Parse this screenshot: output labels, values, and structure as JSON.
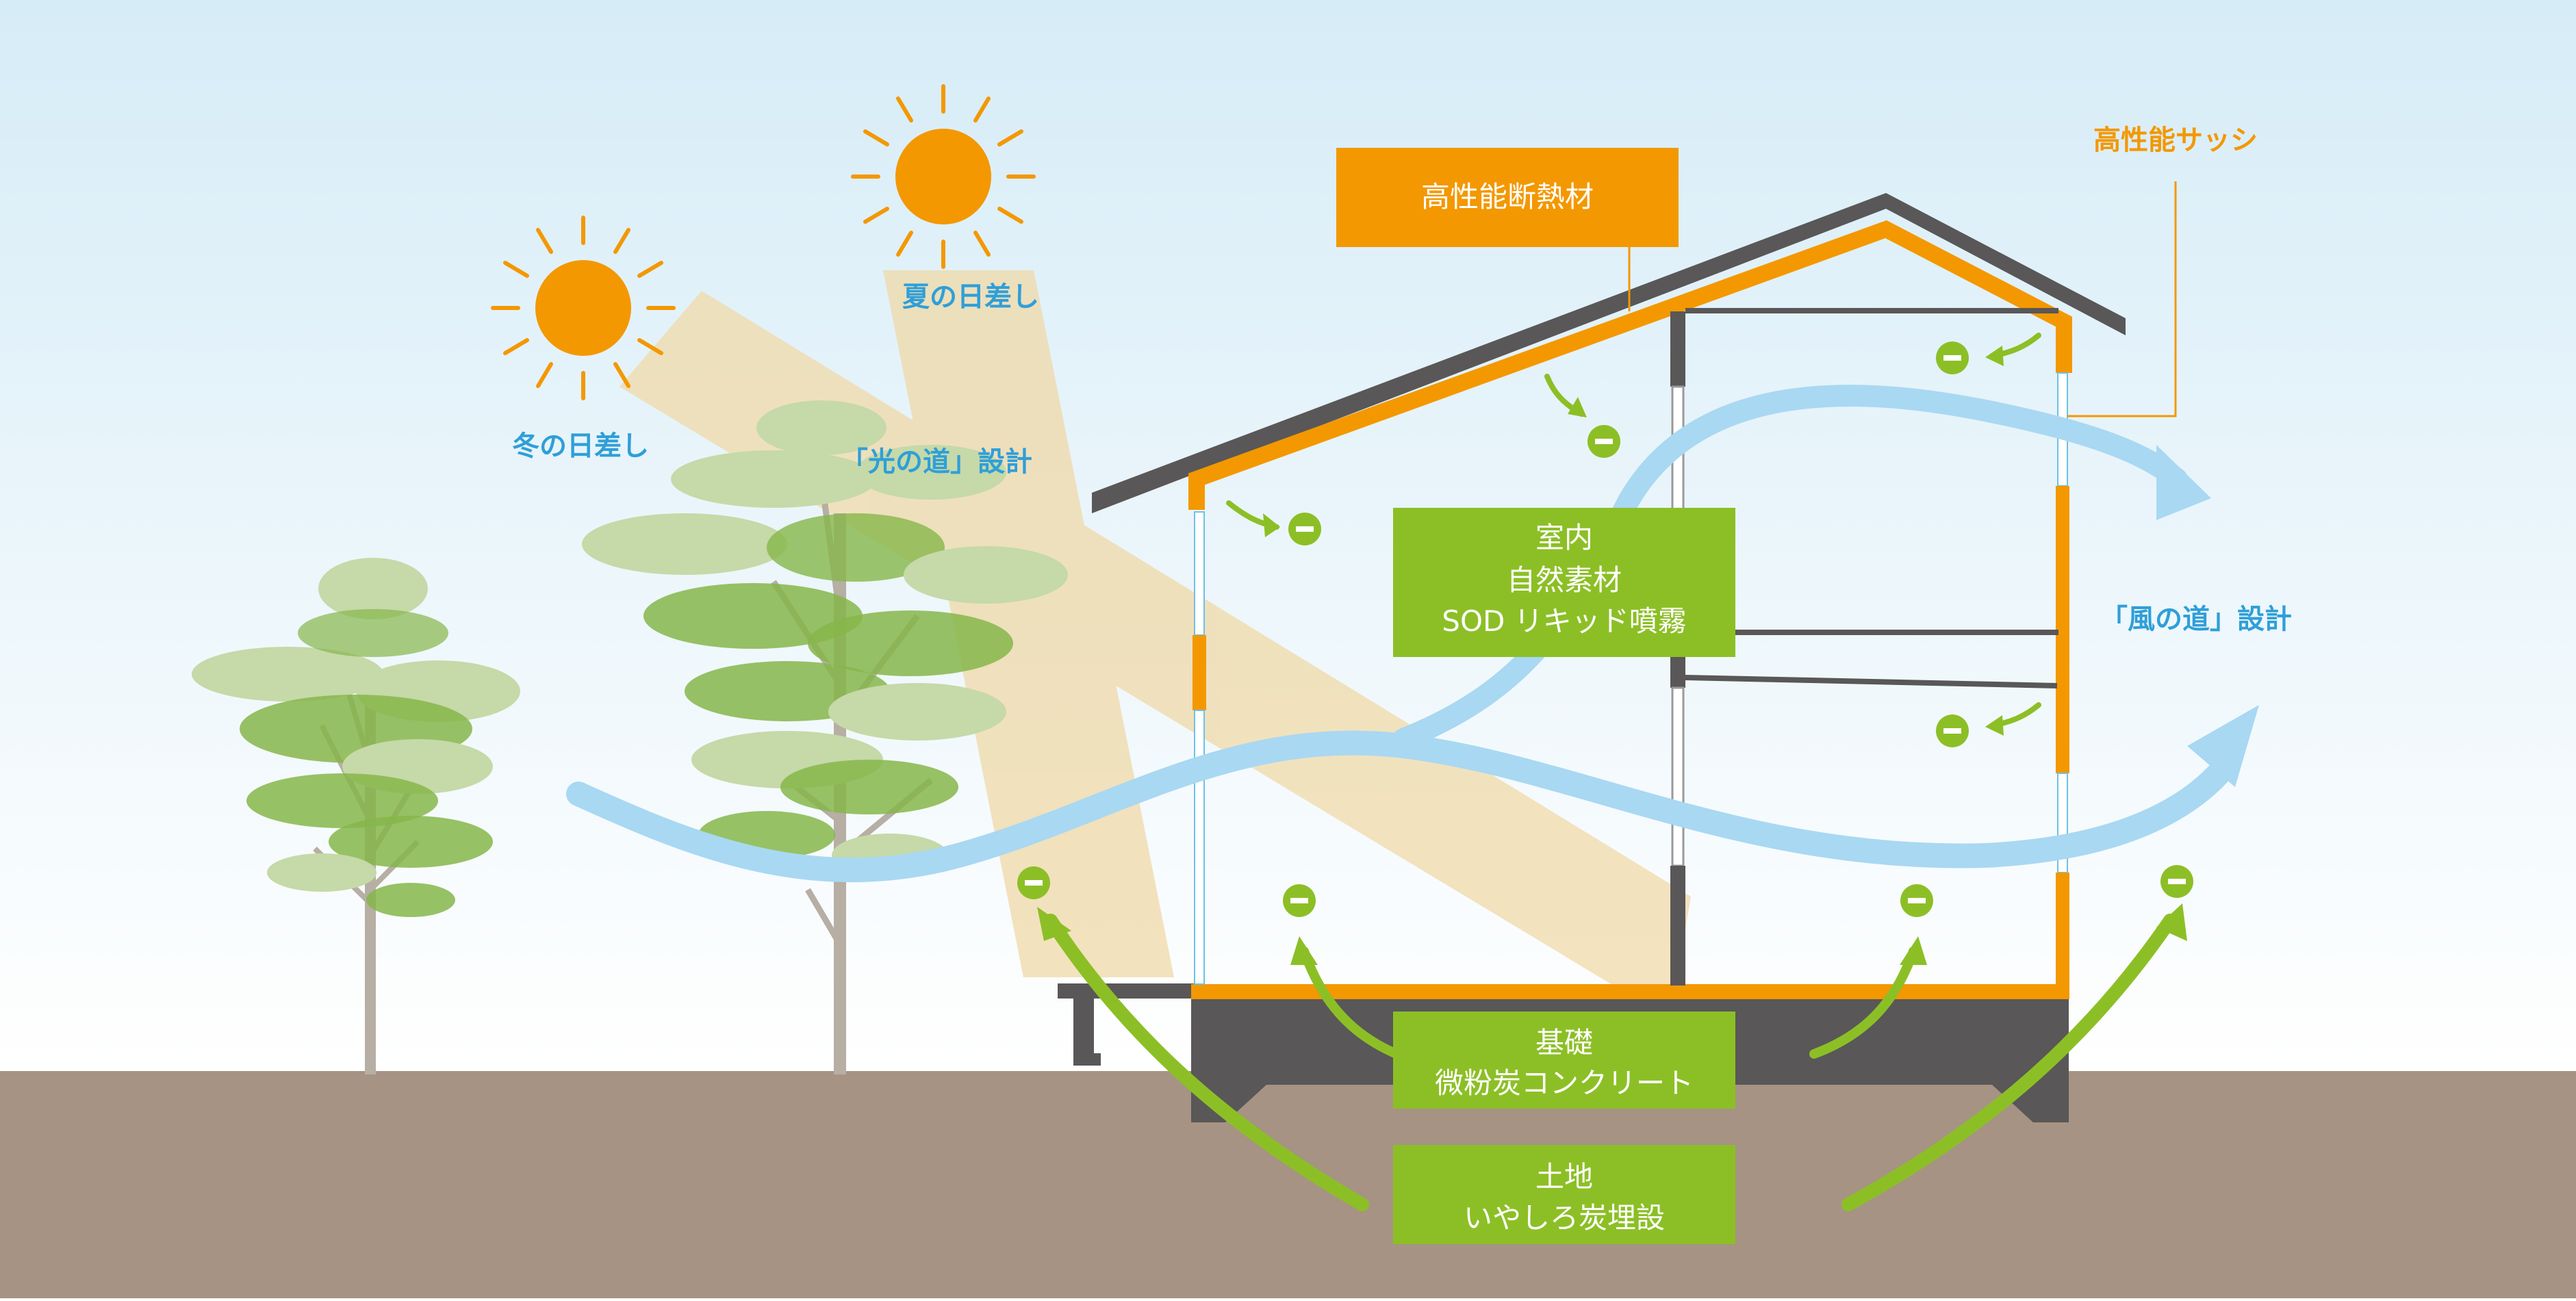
{
  "labels": {
    "winter_sun": "冬の日差し",
    "summer_sun": "夏の日差し",
    "light_path": "「光の道」設計",
    "wind_path": "「風の道」設計",
    "sash": "高性能サッシ",
    "insulation": "高性能断熱材",
    "interior": [
      "室内",
      "自然素材",
      "SOD リキッド噴霧"
    ],
    "foundation": [
      "基礎",
      "微粉炭コンクリート"
    ],
    "land": [
      "土地",
      "いやしろ炭埋設"
    ]
  },
  "ion_symbol": "−",
  "colors": {
    "sky_top": "#d6ecf7",
    "sky_bottom": "#ffffff",
    "ground": "#a69384",
    "orange": "#f39800",
    "green": "#8cbf26",
    "blue_text": "#2f9fd8",
    "wind": "#a9d8f2",
    "light_beam": "#f0d9a8",
    "wall": "#595757",
    "trunk": "#b7aea4",
    "leaf_light": "#c6d9a8",
    "leaf_dark": "#86b64a"
  }
}
